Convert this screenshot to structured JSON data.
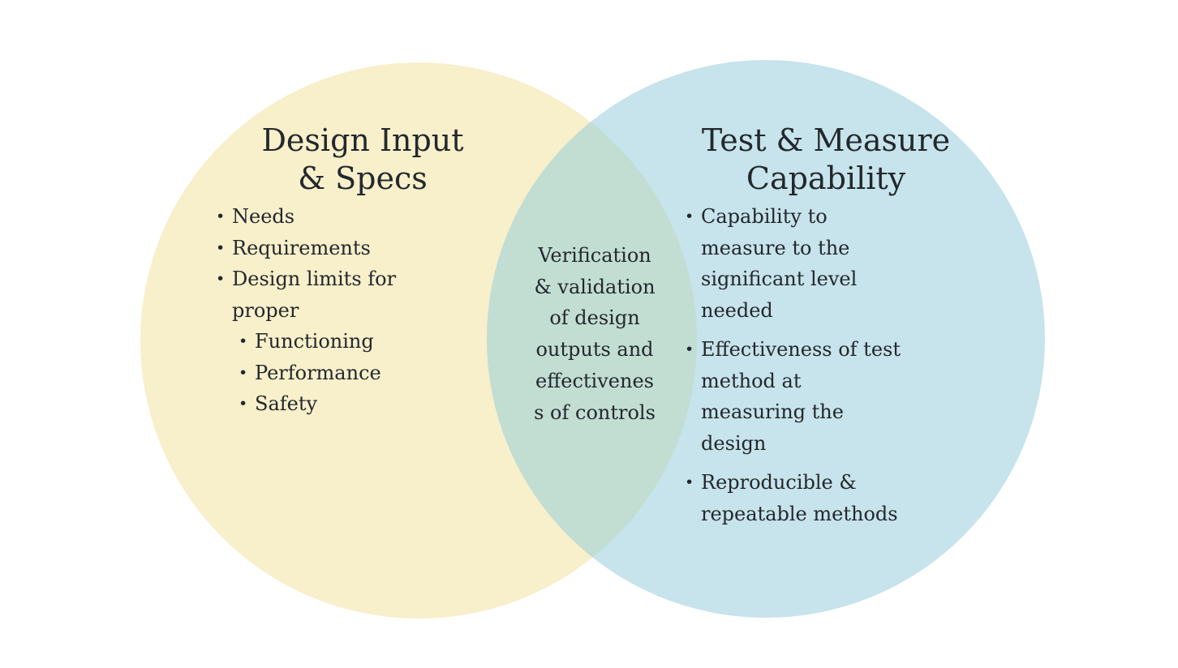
{
  "diagram": {
    "type": "venn",
    "bullet_char": "•",
    "background_color": "#ffffff",
    "text_color": "#22282c",
    "left_circle": {
      "fill": "#F8EFCB",
      "title_lines": [
        "Design Input",
        "& Specs"
      ],
      "bullets": [
        [
          "Needs"
        ],
        [
          "Requirements"
        ],
        [
          "Design limits for",
          "proper"
        ]
      ],
      "sub_bullets": [
        [
          "Functioning"
        ],
        [
          "Performance"
        ],
        [
          "Safety"
        ]
      ]
    },
    "right_circle": {
      "fill": "#C7E3EB",
      "title_lines": [
        "Test & Measure",
        "Capability"
      ],
      "bullets": [
        [
          "Capability to",
          "measure to the",
          "significant level",
          "needed"
        ],
        [
          "Effectiveness of test",
          "method at",
          "measuring the",
          "design"
        ],
        [
          "Reproducible &",
          "repeatable methods"
        ]
      ]
    },
    "overlap": {
      "fill": "#C2DED3",
      "text_lines": [
        "Verification",
        "& validation",
        "of design",
        "outputs and",
        "effectivenes",
        "s of controls"
      ]
    }
  }
}
